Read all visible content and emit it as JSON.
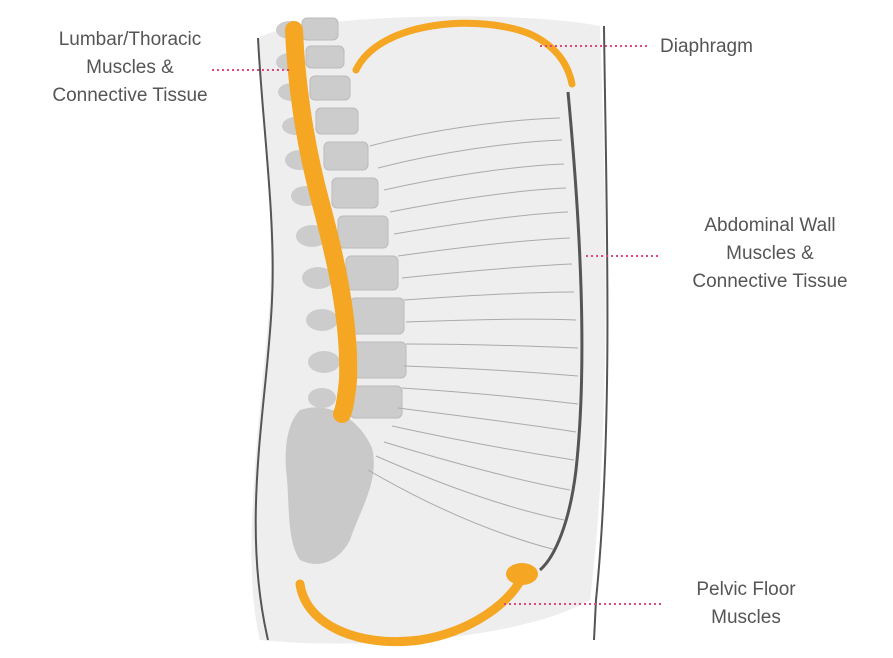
{
  "labels": {
    "back": [
      "Lumbar/Thoracic",
      "Muscles &",
      "Connective Tissue"
    ],
    "diaphragm": "Diaphragm",
    "abdominal": [
      "Abdominal Wall",
      "Muscles &",
      "Connective Tissue"
    ],
    "pelvic": [
      "Pelvic Floor",
      "Muscles"
    ]
  },
  "colors": {
    "highlight": "#F5A623",
    "leader": "#E0487A",
    "body_fill": "#EEEEEE",
    "bone": "#C9C9C9",
    "outline": "#444444",
    "text": "#555555"
  }
}
